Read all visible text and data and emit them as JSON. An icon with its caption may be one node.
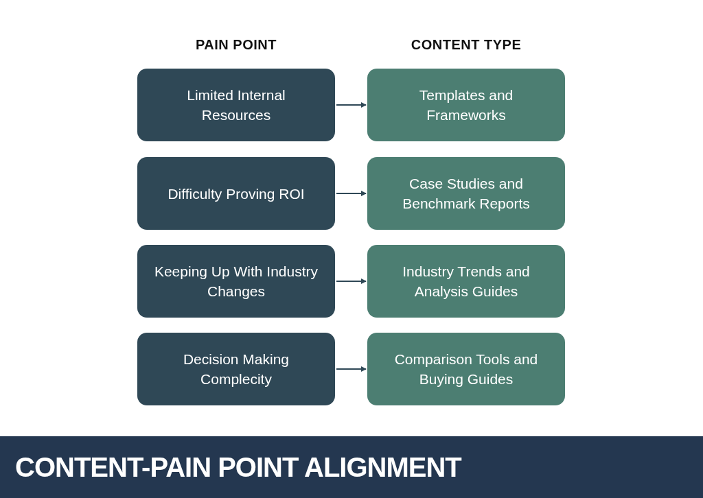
{
  "diagram": {
    "title": "CONTENT-PAIN POINT ALIGNMENT",
    "nodes": [
      {
        "text": [
          "Limited Internal Resources"
        ]
      },
      {
        "text": [
          "Templates and Frameworks"
        ]
      },
      {
        "text": [
          "Difficulty Proving ROI"
        ]
      },
      {
        "text": [
          "Case Studies and Benchmark Reports"
        ]
      },
      {
        "text": [
          "Keeping Up With Industry Changes"
        ]
      },
      {
        "text": [
          "Industry Trends and Analysis Guides"
        ]
      },
      {
        "text": [
          "Decision Making Complecity"
        ]
      },
      {
        "text": [
          "Comparison Tools and Buying Guides"
        ]
      }
    ],
    "edges": [
      {
        "from": 0,
        "to": 1,
        "arrow": "to"
      },
      {
        "from": 2,
        "to": 3,
        "arrow": "to"
      },
      {
        "from": 4,
        "to": 5,
        "arrow": "to"
      },
      {
        "from": 6,
        "to": 7,
        "arrow": "to"
      }
    ],
    "labels": [
      "PAIN POINT",
      "CONTENT TYPE"
    ]
  }
}
